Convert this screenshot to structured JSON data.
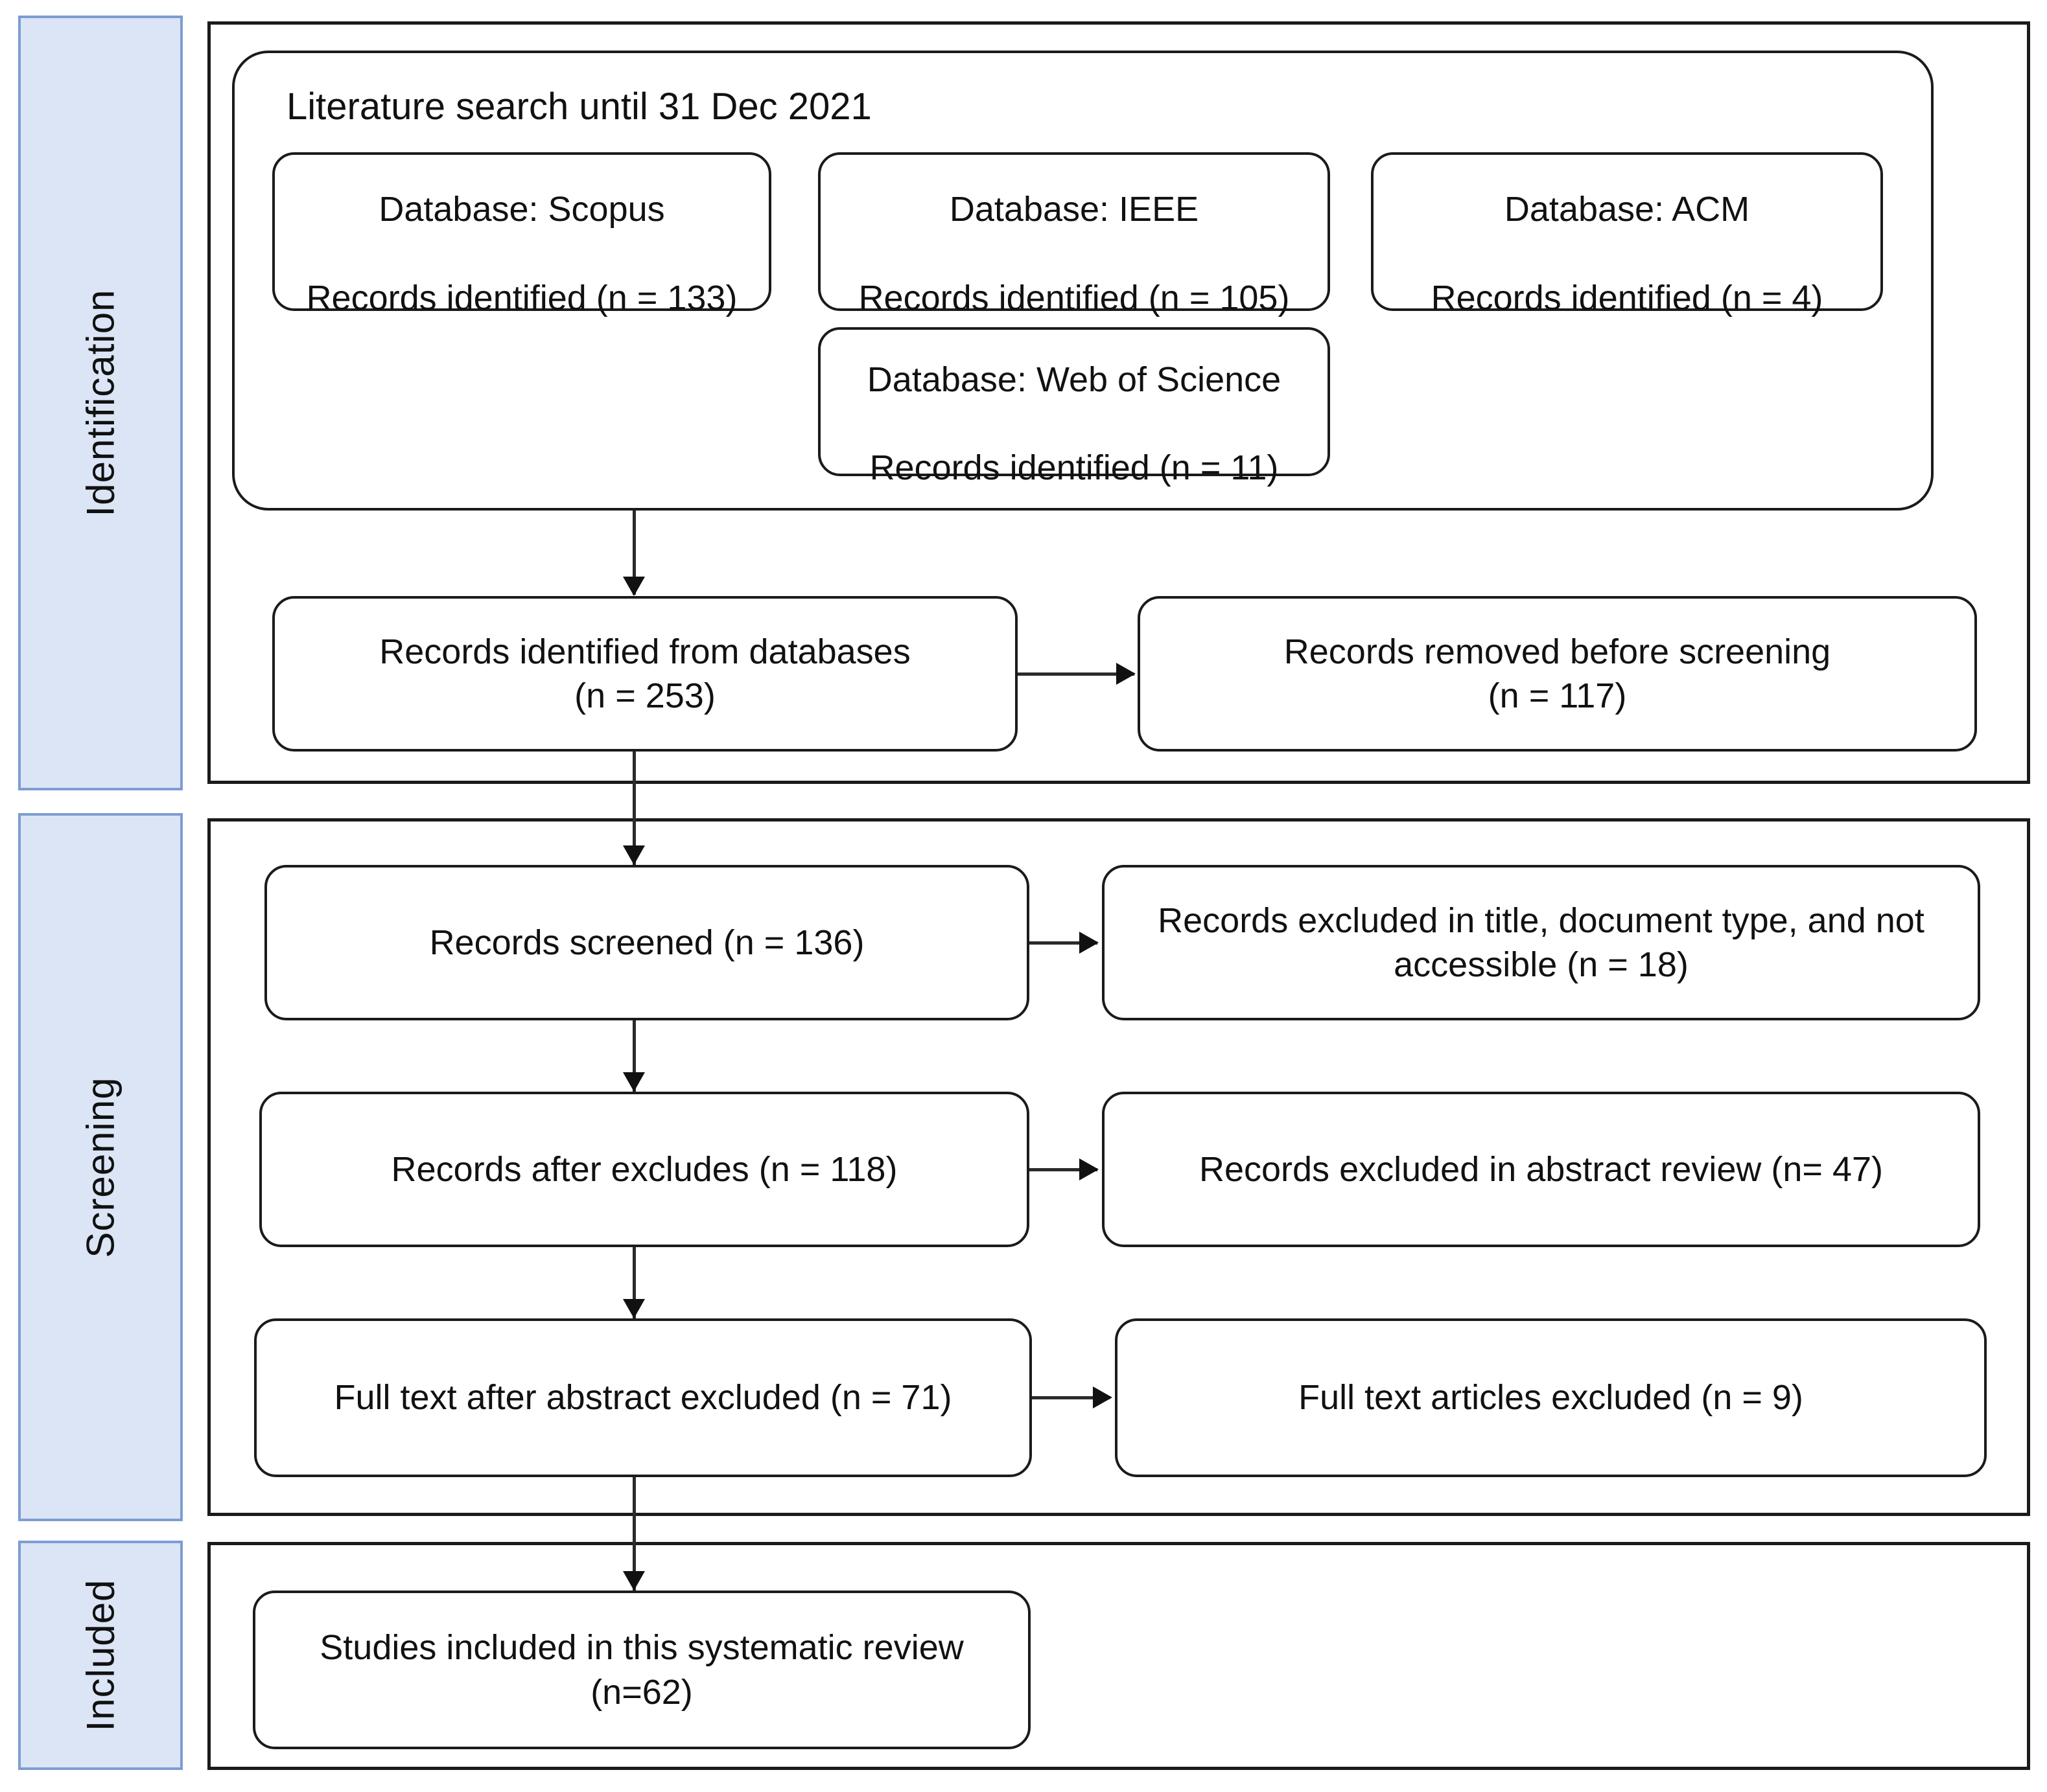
{
  "diagram": {
    "type": "prisma-flow-diagram",
    "stages": [
      {
        "id": "identification",
        "label": "Identification"
      },
      {
        "id": "screening",
        "label": "Screening"
      },
      {
        "id": "included",
        "label": "Included"
      }
    ],
    "identification": {
      "search_title": "Literature search until  31 Dec 2021",
      "databases": [
        {
          "name": "Database: Scopus",
          "records": "Records identified (n = 133)"
        },
        {
          "name": "Database: IEEE",
          "records": "Records identified (n = 105)"
        },
        {
          "name": "Database: ACM",
          "records": "Records identified (n = 4)"
        },
        {
          "name": "Database: Web of Science",
          "records": "Records identified (n = 11)"
        }
      ],
      "records_identified": "Records identified from databases\n(n = 253)",
      "records_removed": "Records removed before screening\n(n = 117)"
    },
    "screening": {
      "rows": [
        {
          "main": "Records screened (n = 136)",
          "excluded": "Records excluded in title, document type, and not accessible (n = 18)"
        },
        {
          "main": "Records after excludes (n = 118)",
          "excluded": "Records excluded in abstract review (n= 47)"
        },
        {
          "main": "Full text after abstract excluded (n = 71)",
          "excluded": "Full text articles excluded (n = 9)"
        }
      ]
    },
    "included": {
      "studies": "Studies included in this systematic review\n(n=62)"
    },
    "counts": {
      "scopus": 133,
      "ieee": 105,
      "acm": 4,
      "web_of_science": 11,
      "identified_total": 253,
      "removed_before_screening": 117,
      "screened": 136,
      "excluded_title_type_access": 18,
      "after_excludes": 118,
      "excluded_abstract_review": 47,
      "full_text_after_abstract": 71,
      "full_text_excluded": 9,
      "included_studies": 62
    },
    "colors": {
      "stage_bar_fill": "#dbe5f6",
      "stage_bar_border": "#7d9dd0",
      "panel_border": "#1b1b1b",
      "node_border": "#1b1b1b",
      "text": "#111111",
      "connector": "#2b2b2b"
    }
  }
}
